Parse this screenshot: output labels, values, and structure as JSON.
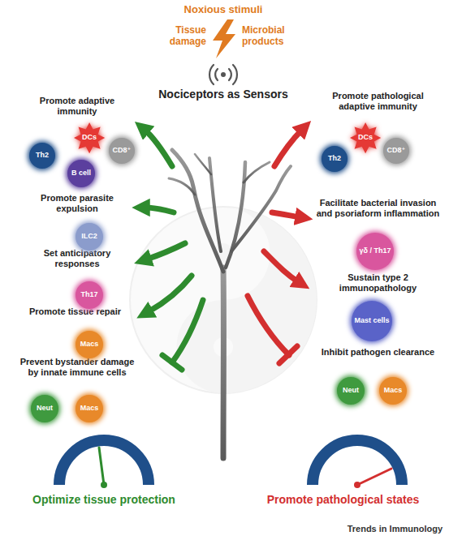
{
  "diagram": {
    "nodes": [
      {
        "text": [
          "DCs"
        ]
      },
      {
        "text": [
          "Th2"
        ]
      },
      {
        "text": [
          "CD8⁺"
        ]
      },
      {
        "text": [
          "B cell"
        ]
      },
      {
        "text": [
          "ILC2"
        ]
      },
      {
        "text": [
          "Th17"
        ]
      },
      {
        "text": [
          "Macs"
        ]
      },
      {
        "text": [
          "Neut"
        ]
      },
      {
        "text": [
          "Macs"
        ]
      },
      {
        "text": [
          "DCs"
        ]
      },
      {
        "text": [
          "Th2"
        ]
      },
      {
        "text": [
          "CD8⁺"
        ]
      },
      {
        "text": [
          "γδ / Th17"
        ]
      },
      {
        "text": [
          "Mast cells"
        ]
      },
      {
        "text": [
          "Neut"
        ]
      },
      {
        "text": [
          "Macs"
        ]
      }
    ],
    "labels": [
      "Noxious stimuli",
      "Tissue damage",
      "Microbial products",
      "Nociceptors as Sensors",
      "Promote adaptive immunity",
      "Promote parasite expulsion",
      "Set anticipatory responses",
      "Promote tissue repair",
      "Prevent bystander damage by innate immune cells",
      "Promote pathological adaptive immunity",
      "Facilitate bacterial invasion and psoriaform inflammation",
      "Sustain type 2 immunopathology",
      "Inhibit pathogen clearance",
      "Optimize tissue protection",
      "Promote pathological states",
      "Trends in Immunology"
    ]
  }
}
